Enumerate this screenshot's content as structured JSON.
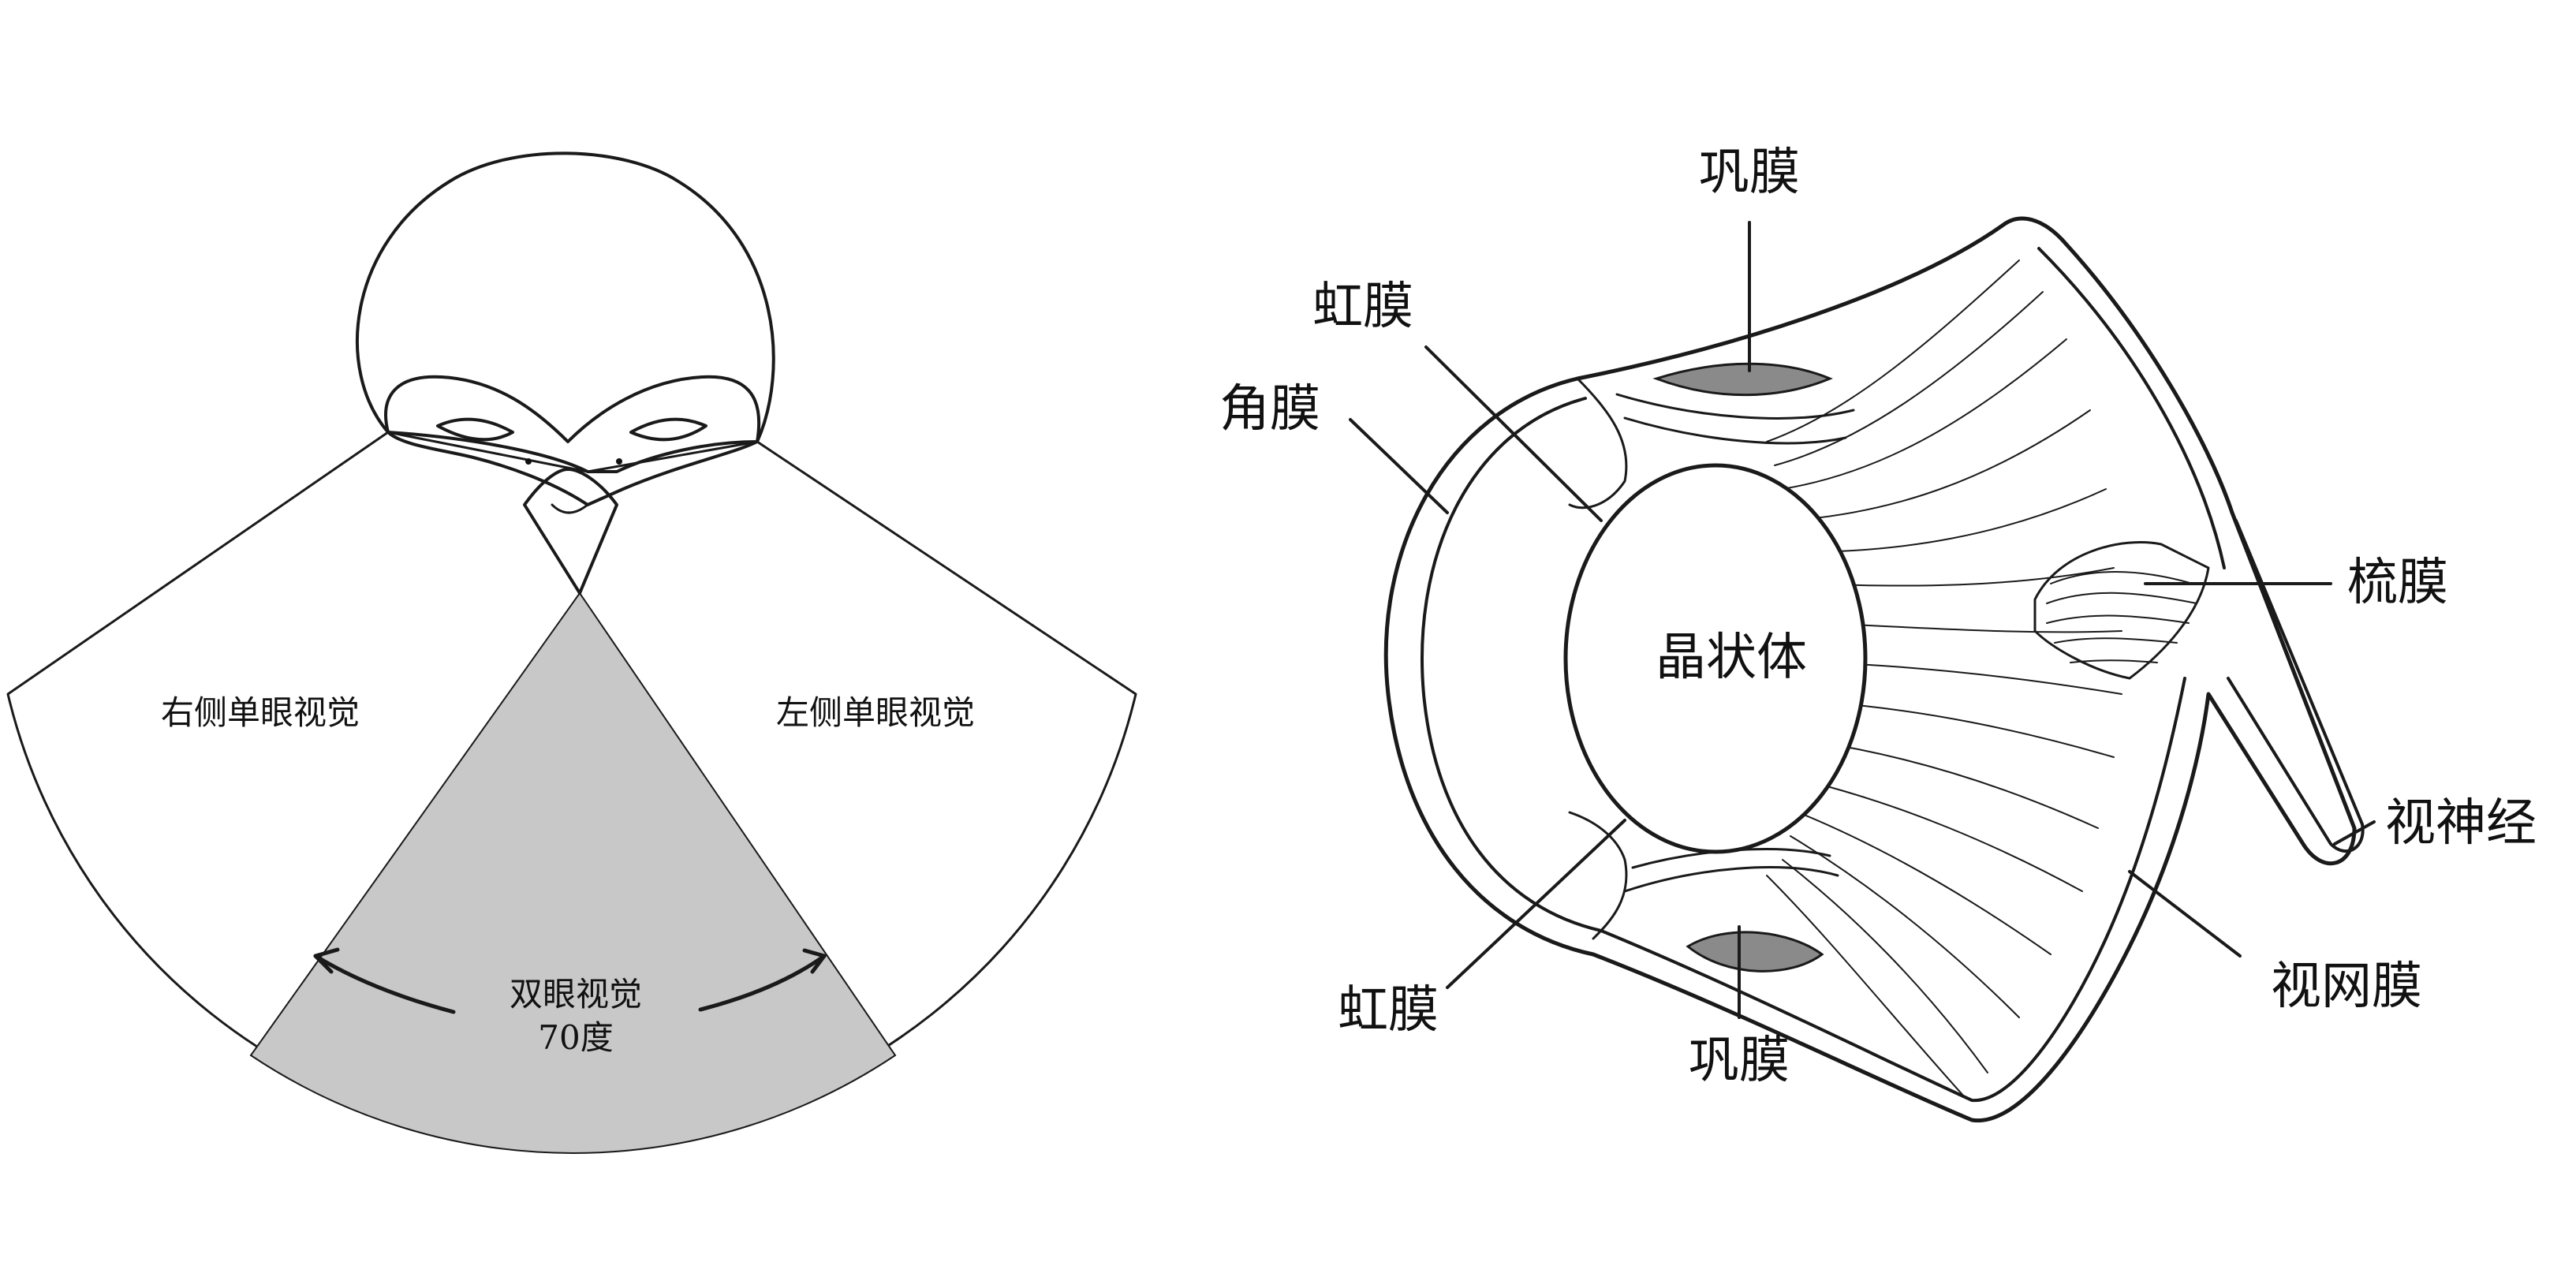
{
  "left_diagram": {
    "right_monocular": "右侧单眼视觉",
    "left_monocular": "左侧单眼视觉",
    "binocular": "双眼视觉",
    "binocular_angle": "70度",
    "binocular_fill": "#c8c8c8"
  },
  "right_diagram": {
    "sclera_top": "巩膜",
    "iris_top": "虹膜",
    "cornea": "角膜",
    "lens": "晶状体",
    "pecten": "梳膜",
    "optic_nerve": "视神经",
    "retina": "视网膜",
    "iris_bottom": "虹膜",
    "sclera_bottom": "巩膜"
  }
}
